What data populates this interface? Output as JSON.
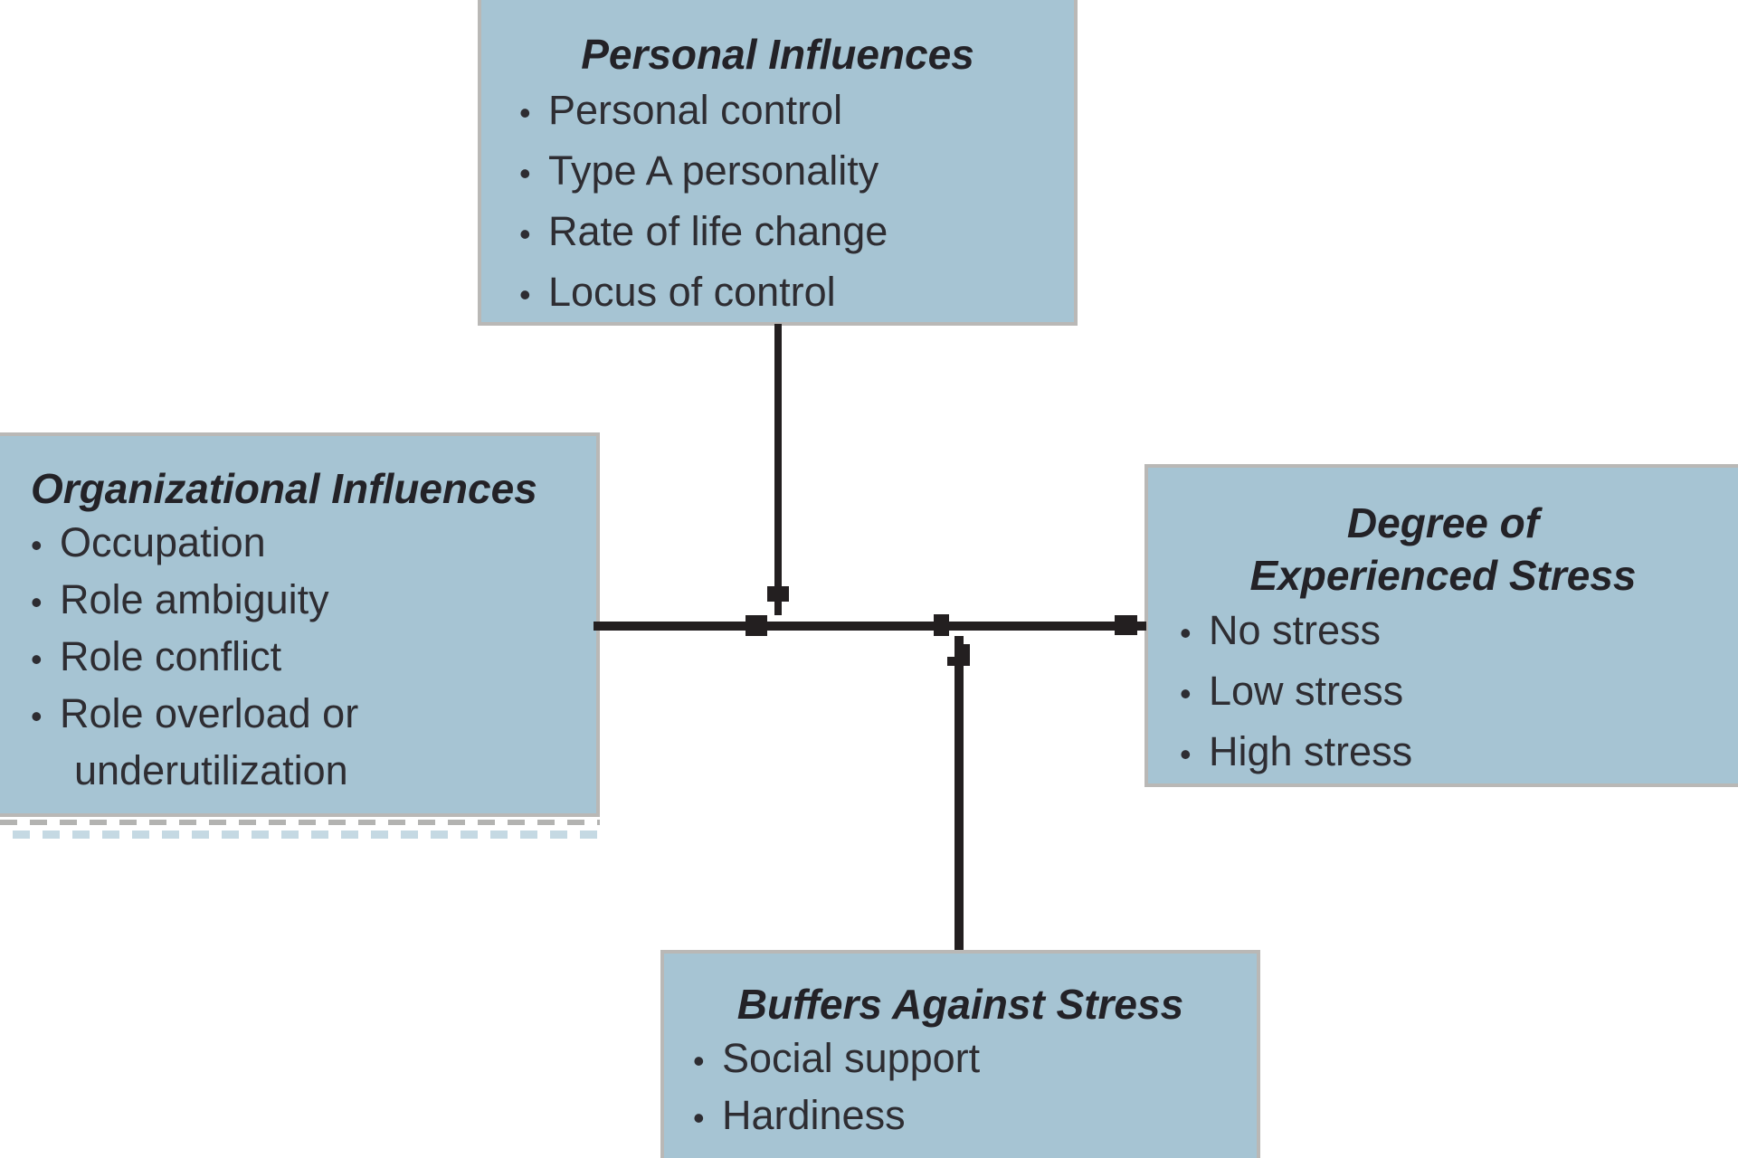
{
  "bullet_glyph": "•",
  "colors": {
    "box_fill": "#a6c4d3",
    "box_border": "#b9b8b6",
    "connector": "#231f20",
    "title_text": "#232227",
    "body_text": "#2e2d32",
    "artifact_gray": "#b3b3b1",
    "artifact_blue": "#c5d9e3"
  },
  "boxes": {
    "personal": {
      "title": "Personal Influences",
      "items": [
        "Personal control",
        "Type A personality",
        "Rate of life change",
        "Locus of control"
      ]
    },
    "organizational": {
      "title": "Organizational Influences",
      "items": [
        "Occupation",
        "Role ambiguity",
        "Role conflict",
        "Role overload or",
        "underutilization"
      ]
    },
    "degree": {
      "title_lines": [
        "Degree of",
        "Experienced Stress"
      ],
      "items": [
        "No stress",
        "Low stress",
        "High stress"
      ]
    },
    "buffers": {
      "title": "Buffers Against Stress",
      "items": [
        "Social support",
        "Hardiness"
      ]
    }
  },
  "connectors": [
    {
      "from": "Personal Influences",
      "to": "main horizontal line",
      "direction": "down",
      "arrowhead": "square"
    },
    {
      "from": "Organizational Influences",
      "to": "Degree of Experienced Stress",
      "direction": "right",
      "arrowhead": "square"
    },
    {
      "from": "Buffers Against Stress",
      "to": "main horizontal line",
      "direction": "up",
      "arrowhead": "square"
    }
  ]
}
